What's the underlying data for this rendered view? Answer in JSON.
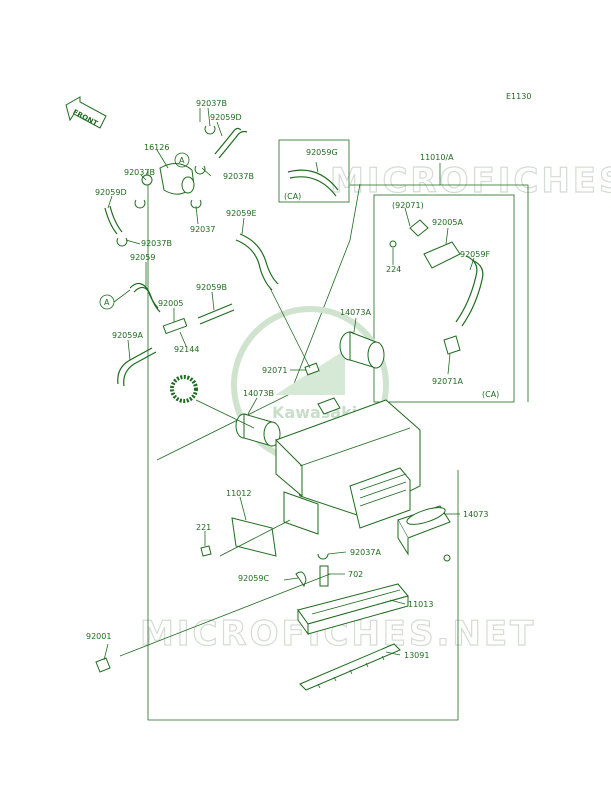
{
  "diagram_code": "E1130",
  "front_label": "FRONT",
  "brand_text": "Kawasaki",
  "watermark": "MICROFICHES.NET",
  "colors": {
    "ink": "#1f6b1f",
    "watermark": "#d4dcd4",
    "background": "#ffffff"
  },
  "callouts": {
    "A_top": "A",
    "A_left": "A",
    "ca_left": "(CA)",
    "ca_right": "(CA)"
  },
  "part_labels": {
    "p92037B_1": "92037B",
    "p92059D_1": "92059D",
    "p16126": "16126",
    "p92037B_2": "92037B",
    "p92037B_3": "92037B",
    "p92059D_2": "92059D",
    "p92037": "92037",
    "p92037B_4": "92037B",
    "p92059": "92059",
    "p92059G": "92059G",
    "p11010A": "11010/A",
    "p92071_paren": "(92071)",
    "p92005A": "92005A",
    "p92059E": "92059E",
    "p224": "224",
    "p92059F": "92059F",
    "p92059B": "92059B",
    "p92005": "92005",
    "p14073A": "14073A",
    "p92059A": "92059A",
    "p92144": "92144",
    "p92071": "92071",
    "p92071A": "92071A",
    "p14073B": "14073B",
    "p11012": "11012",
    "p14073": "14073",
    "p221": "221",
    "p92037A": "92037A",
    "p92059C": "92059C",
    "p702": "702",
    "p11013": "11013",
    "p92001": "92001",
    "p13091": "13091"
  }
}
